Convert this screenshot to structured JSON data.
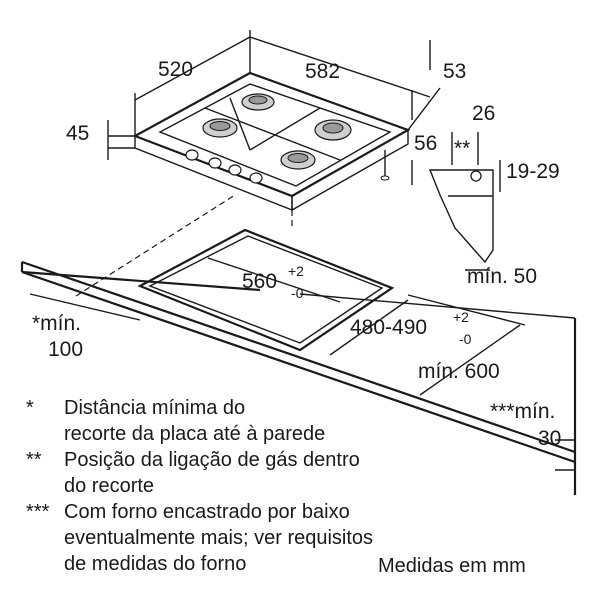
{
  "dimensions": {
    "depth_hob": "520",
    "width_hob": "582",
    "thickness_hob": "45",
    "right_edge_a": "53",
    "right_edge_b": "56",
    "gas_x": "26",
    "gas_marker": "**",
    "gas_y": "19-29",
    "min_back": "mín. 50",
    "cutout_width_main": "560",
    "cutout_width_sup": "+2",
    "cutout_width_sub": "-0",
    "cutout_depth_main": "480-490",
    "cutout_depth_sup": "+2",
    "cutout_depth_sub": "-0",
    "min_side_line1": "*mín.",
    "min_side_line2": "100",
    "min_front": "mín. 600",
    "min_bottom_line1": "***mín.",
    "min_bottom_line2": "30"
  },
  "notes": [
    {
      "marker": "*",
      "lines": [
        "Distância mínima do",
        "recorte da placa até à parede"
      ]
    },
    {
      "marker": "**",
      "lines": [
        "Posição da ligação de gás dentro",
        "do recorte"
      ]
    },
    {
      "marker": "***",
      "lines": [
        "Com forno encastrado por baixo",
        "eventualmente mais; ver requisitos",
        "de medidas do forno"
      ]
    }
  ],
  "unit_note": "Medidas em mm"
}
